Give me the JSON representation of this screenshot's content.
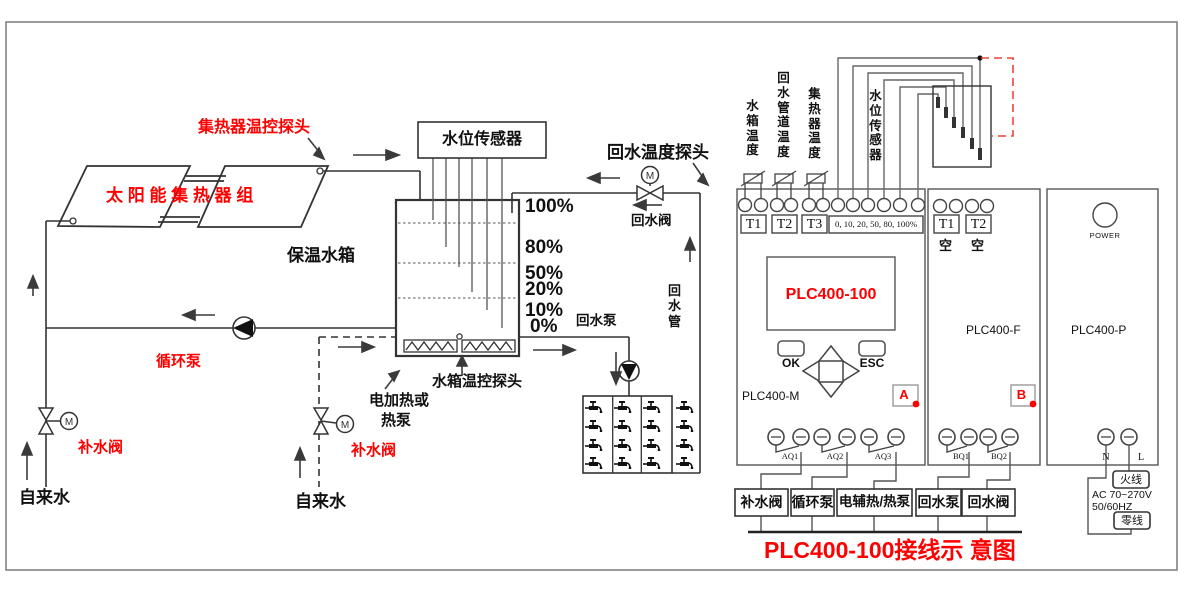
{
  "left": {
    "collector_probe": "集热器温控探头",
    "collector": "太 阳 能 集 热 器 组",
    "tank": "保温水箱",
    "level_sensor": "水位传感器",
    "levels": [
      "100%",
      "80%",
      "50%",
      "20%",
      "10%",
      "0%"
    ],
    "return_probe": "回水温度探头",
    "return_valve": "回水阀",
    "return_pump": "回水泵",
    "return_pipe": "回水管",
    "circ_pump": "循环泵",
    "makeup_valve_1": "补水阀",
    "makeup_valve_2": "补水阀",
    "tap_water_1": "自来水",
    "tap_water_2": "自来水",
    "heater_1": "电加热或",
    "heater_2": "热泵",
    "tank_probe": "水箱温控探头",
    "valve_m": "M"
  },
  "plc": {
    "title": "PLC400-100接线示 意图",
    "inputs": {
      "col_tank": "水箱温度",
      "col_return": "回水管道温度",
      "col_collector": "集热器温度",
      "col_level": "水位传感器",
      "t1": "T1",
      "t2": "T2",
      "t3": "T3",
      "levels": "0, 10, 20, 50, 80, 100%"
    },
    "m": {
      "name": "PLC400-M",
      "display": "PLC400-100",
      "ok": "OK",
      "esc": "ESC",
      "a": "A",
      "aq1": "AQ1",
      "aq2": "AQ2",
      "aq3": "AQ3"
    },
    "f": {
      "name": "PLC400-F",
      "t1": "T1",
      "t2": "T2",
      "empty1": "空",
      "empty2": "空",
      "b": "B",
      "bq1": "BQ1",
      "bq2": "BQ2"
    },
    "p": {
      "name": "PLC400-P",
      "power": "POWER",
      "n": "N",
      "l": "L"
    },
    "outputs": [
      "补水阀",
      "循环泵",
      "电辅热/热泵",
      "回水泵",
      "回水阀"
    ],
    "power": {
      "live": "火线",
      "neutral": "零线",
      "ac1": "AC 70~270V",
      "ac2": "50/60HZ"
    }
  },
  "colors": {
    "accent_red": "#fe0000",
    "wire_black": "#333333",
    "wire_red_dashed": "#f04438"
  }
}
